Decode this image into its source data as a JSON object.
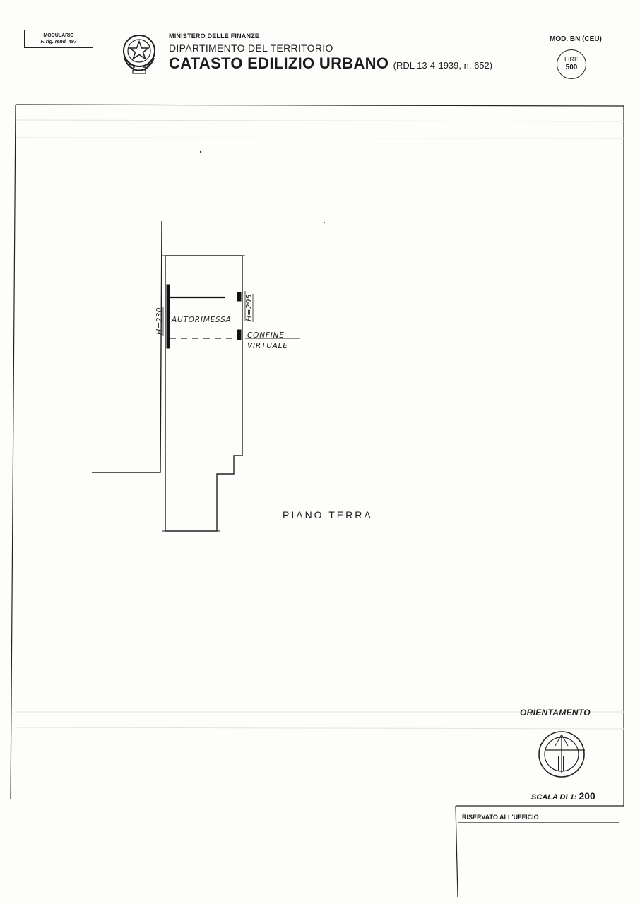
{
  "header": {
    "modulario_line1": "MODULARIO",
    "modulario_line2": "F. rig. rend. 497",
    "ministry": "MINISTERO DELLE FINANZE",
    "department": "DIPARTIMENTO DEL TERRITORIO",
    "title": "CATASTO EDILIZIO URBANO",
    "law_ref": "(RDL 13-4-1939, n. 652)",
    "model": "MOD. BN (CEU)",
    "stamp_line1": "LIRE",
    "stamp_value": "500"
  },
  "plan": {
    "floor_label": "PIANO TERRA",
    "room_label": "AUTORIMESSA",
    "height_left": "H=230",
    "height_right": "H=295",
    "boundary_line1": "CONFINE",
    "boundary_line2": "VIRTUALE"
  },
  "footer": {
    "orientation_label": "ORIENTAMENTO",
    "scale_prefix": "SCALA DI 1:",
    "scale_value": "200",
    "office_label": "RISERVATO ALL'UFFICIO"
  },
  "colors": {
    "ink": "#1c1c1c",
    "paper": "#fdfdfb"
  }
}
